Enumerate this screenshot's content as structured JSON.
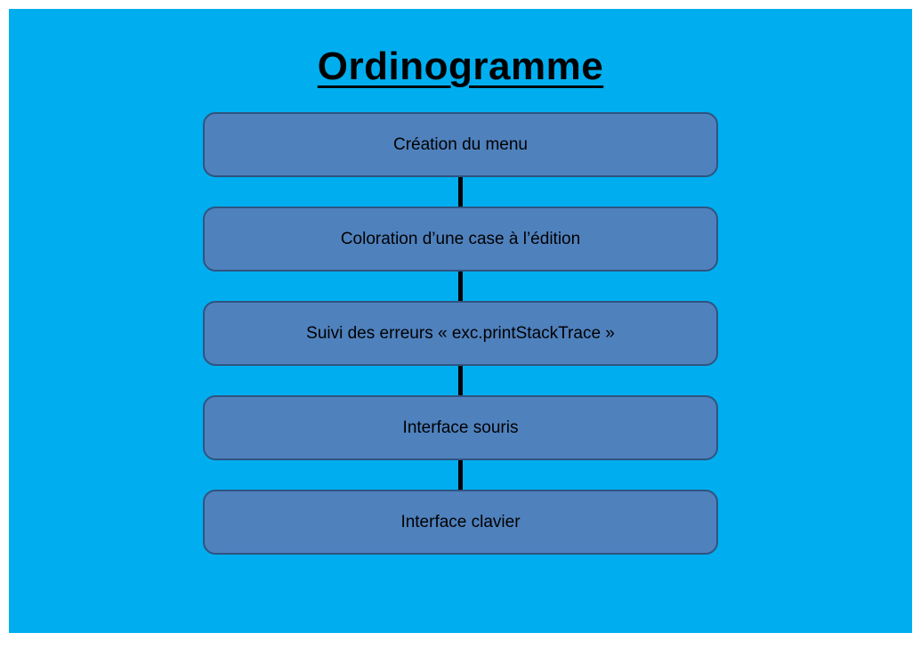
{
  "title": "Ordinogramme",
  "colors": {
    "slide_background": "#00AEEF",
    "box_fill": "#4F81BD",
    "box_border": "#2F5480",
    "connector": "#000000",
    "text": "#000000"
  },
  "flowchart": {
    "type": "vertical-flow",
    "steps": [
      {
        "label": "Création du menu"
      },
      {
        "label": "Coloration d’une case à l’édition"
      },
      {
        "label": "Suivi des erreurs « exc.printStackTrace »"
      },
      {
        "label": "Interface souris"
      },
      {
        "label": "Interface clavier"
      }
    ]
  }
}
